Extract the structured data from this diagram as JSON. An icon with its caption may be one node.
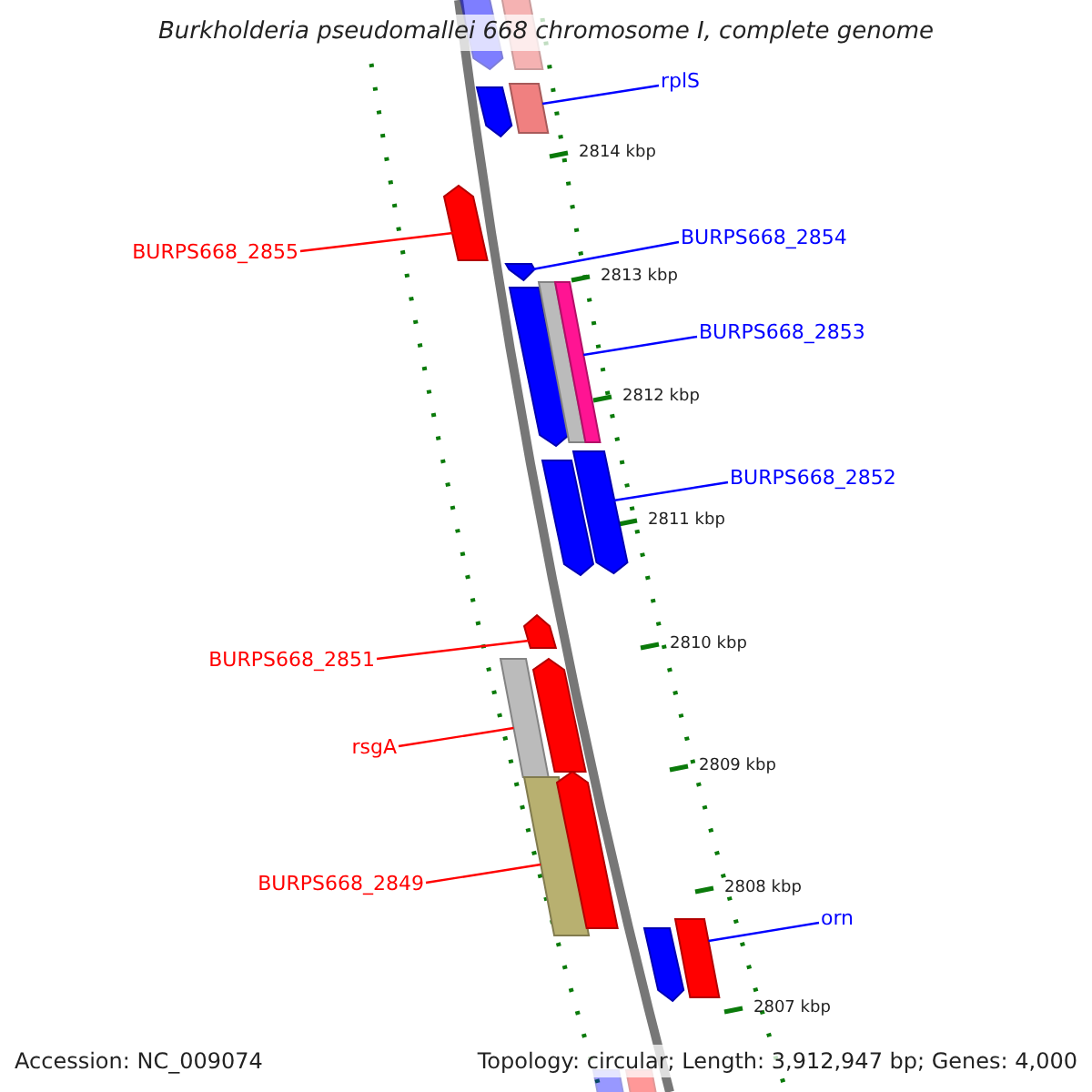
{
  "diagram": {
    "title": "Burkholderia pseudomallei 668 chromosome I, complete genome",
    "nodes": [
      {
        "text": [],
        "shape": "pentagon"
      },
      {
        "text": [],
        "shape": "bar"
      },
      {
        "text": [],
        "shape": "pentagon"
      },
      {
        "text": [
          "rplS"
        ]
      },
      {
        "text": [],
        "shape": "bar"
      },
      {
        "text": [
          "BURPS668_2855"
        ]
      },
      {
        "text": [],
        "shape": "pentagon"
      },
      {
        "text": [
          "BURPS668_2854"
        ]
      },
      {
        "text": [],
        "shape": "pentagon"
      },
      {
        "text": [
          "BURPS668_2853"
        ]
      },
      {
        "text": [],
        "shape": "pentagon"
      },
      {
        "text": [],
        "shape": "bar"
      },
      {
        "text": [],
        "shape": "bar"
      },
      {
        "text": [
          "BURPS668_2852"
        ]
      },
      {
        "text": [],
        "shape": "pentagon"
      },
      {
        "text": [],
        "shape": "pentagon"
      },
      {
        "text": [
          "BURPS668_2851"
        ]
      },
      {
        "text": [],
        "shape": "pentagon"
      },
      {
        "text": [
          "rsgA"
        ]
      },
      {
        "text": [],
        "shape": "bar"
      },
      {
        "text": [],
        "shape": "pentagon"
      },
      {
        "text": [
          "BURPS668_2849"
        ]
      },
      {
        "text": [],
        "shape": "bar"
      },
      {
        "text": [],
        "shape": "pentagon"
      },
      {
        "text": [
          "orn"
        ]
      },
      {
        "text": [],
        "shape": "pentagon"
      },
      {
        "text": [],
        "shape": "bar"
      },
      {
        "text": [],
        "shape": "bar"
      },
      {
        "text": [],
        "shape": "bar"
      }
    ],
    "edges": [
      {
        "from": 3,
        "to": 4,
        "arrow": "none"
      },
      {
        "from": 5,
        "to": 6,
        "arrow": "none",
        "color": "#ff0000"
      },
      {
        "from": 7,
        "to": 8,
        "arrow": "none"
      },
      {
        "from": 9,
        "to": 12,
        "arrow": "none"
      },
      {
        "from": 13,
        "to": 15,
        "arrow": "none"
      },
      {
        "from": 16,
        "to": 17,
        "arrow": "none",
        "color": "#ff0000"
      },
      {
        "from": 18,
        "to": 19,
        "arrow": "none",
        "color": "#ff0000"
      },
      {
        "from": 21,
        "to": 22,
        "arrow": "none",
        "color": "#ff0000"
      },
      {
        "from": 24,
        "to": 26,
        "arrow": "none"
      }
    ],
    "labels": [
      "2814 kbp",
      "2813 kbp",
      "2812 kbp",
      "2811 kbp",
      "2810 kbp",
      "2809 kbp",
      "2808 kbp",
      "2807 kbp",
      "Accession: NC_009074",
      "Topology: circular; Length: 3,912,947 bp; Genes: 4,000"
    ]
  }
}
